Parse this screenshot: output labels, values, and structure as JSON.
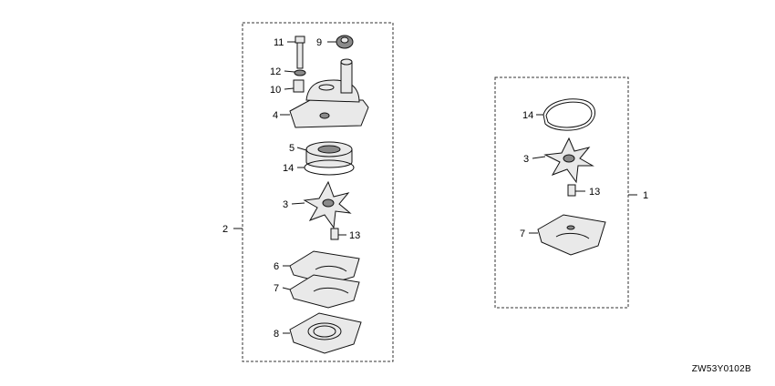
{
  "drawing_id": "ZW53Y0102B",
  "kit_left": {
    "kit_number": "2",
    "callouts": [
      "11",
      "9",
      "12",
      "10",
      "4",
      "5",
      "14",
      "3",
      "13",
      "6",
      "7",
      "8"
    ]
  },
  "kit_right": {
    "kit_number": "1",
    "callouts": [
      "14",
      "3",
      "13",
      "7"
    ]
  }
}
